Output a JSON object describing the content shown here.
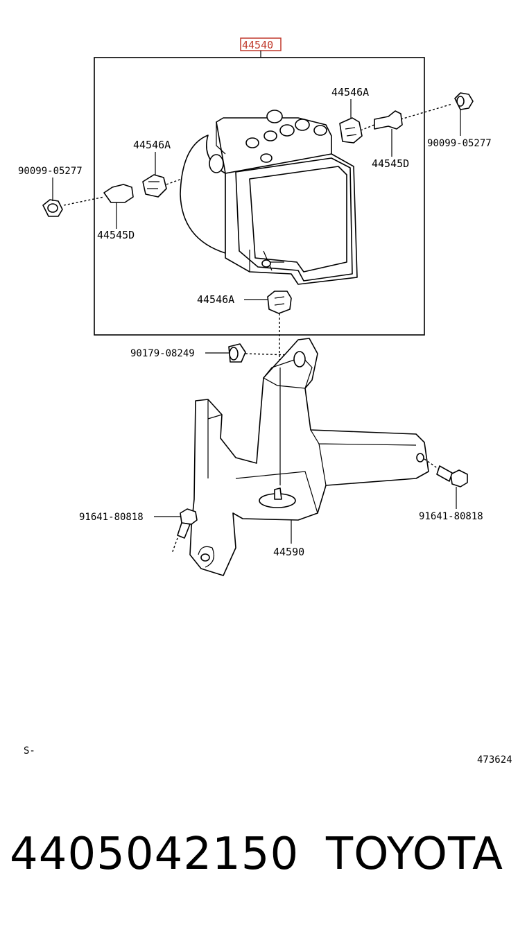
{
  "diagram": {
    "assembly_label": "44540",
    "labels": {
      "bolt_left": "90099-05277",
      "bolt_right": "90099-05277",
      "cushion_top_right": "44546A",
      "cushion_left": "44546A",
      "cushion_bottom": "44546A",
      "stud_left": "44545D",
      "stud_right": "44545D",
      "grommet": "90179-08249",
      "bracket_bolt_left": "91641-80818",
      "bracket_bolt_right": "91641-80818",
      "bracket": "44590"
    },
    "corner_left": "S-",
    "corner_right": "473624"
  },
  "footer": {
    "part_number": "4405042150",
    "brand": "TOYOTA"
  },
  "colors": {
    "highlight": "#c0392b"
  }
}
